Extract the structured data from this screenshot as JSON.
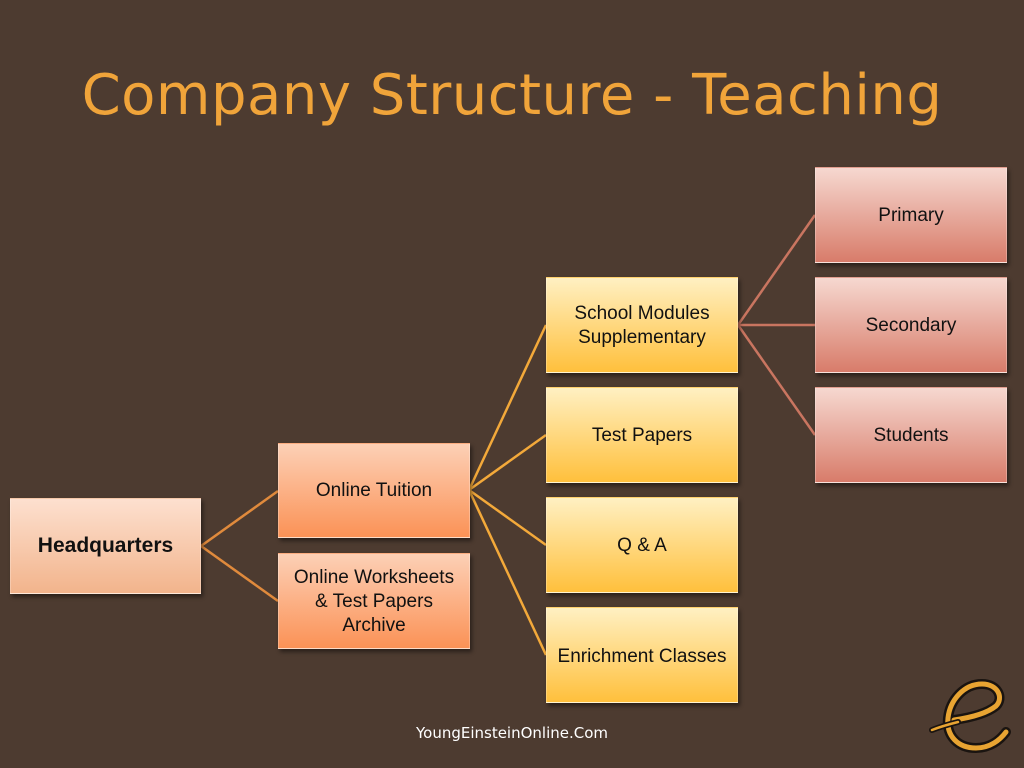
{
  "slide": {
    "title": "Company Structure - Teaching",
    "footer": "YoungEinsteinOnline.Com"
  },
  "nodes": {
    "headquarters": "Headquarters",
    "online_tuition": "Online Tuition",
    "online_worksheets": "Online Worksheets\n& Test Papers\nArchive",
    "school_modules": "School Modules\nSupplementary",
    "test_papers": "Test Papers",
    "qa": "Q & A",
    "enrichment": "Enrichment Classes",
    "primary": "Primary",
    "secondary": "Secondary",
    "students": "Students"
  },
  "colors": {
    "background": "#4d3b30",
    "title": "#f0a43a",
    "connector_level1": "#e08a3c",
    "connector_level2": "#f3a93a",
    "connector_level3": "#c97560"
  },
  "logo": {
    "icon": "e-logo-icon"
  }
}
